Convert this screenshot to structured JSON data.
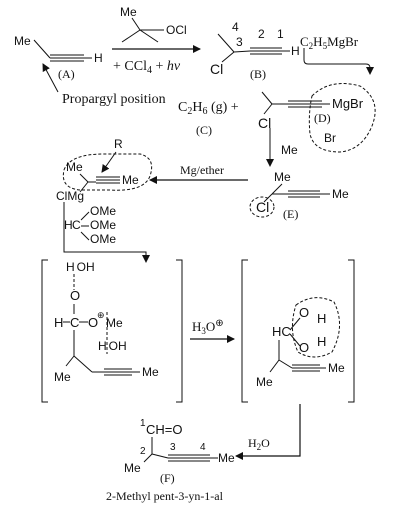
{
  "reagent_top": {
    "me": "Me",
    "ocl": "OCl"
  },
  "reaction1": {
    "me": "Me",
    "h": "H",
    "label_a": "(A)",
    "reagents_below": "+ CCl",
    "reagents_sub": "4",
    "reagents_tail": " + ",
    "hv": "hν",
    "note": "Propargyl position"
  },
  "compound_b": {
    "n4": "4",
    "n3": "3",
    "n2": "2",
    "n1": "1",
    "cl": "Cl",
    "h": "H",
    "label": "(B)"
  },
  "grignard": {
    "c2": "C",
    "c2sub": "2",
    "h5": "H",
    "h5sub": "5",
    "mgbr": "MgBr"
  },
  "compound_d": {
    "cl": "Cl",
    "mgbr": "MgBr",
    "me": "Me",
    "br": "Br",
    "label": "(D)"
  },
  "ethane": {
    "c": "C",
    "sub2": "2",
    "h": "H",
    "sub6": "6",
    "tail": " (g) +",
    "label": "(C)"
  },
  "r_label": "R",
  "compound_e": {
    "me1": "Me",
    "me2": "Me",
    "cl": "Cl",
    "label": "(E)"
  },
  "mg_ether": "Mg/ether",
  "grignard_r": {
    "me1": "Me",
    "me2": "Me",
    "clmg": "ClMg"
  },
  "orthoformate": {
    "h": "H",
    "c": "C",
    "ome": [
      "OMe",
      "OMe",
      "OMe"
    ]
  },
  "hoh1": {
    "h": "H",
    "o": "O",
    "h2": "H"
  },
  "intermediate1": {
    "o": "O",
    "h": "H",
    "c": "C",
    "o2": "O",
    "plus": "⊕",
    "me": "Me",
    "hoh_h": "H",
    "hoh_o": "OH",
    "me_bottom": "Me",
    "me_right": "Me"
  },
  "h3o": {
    "h": "H",
    "sub3": "3",
    "o": "O",
    "plus": "⊕"
  },
  "intermediate2": {
    "hc": "HC",
    "o1": "O",
    "h1": "H",
    "o2": "O",
    "h2": "H",
    "me1": "Me",
    "me2": "Me"
  },
  "water": {
    "h": "H",
    "sub2": "2",
    "o": "O"
  },
  "product_f": {
    "n1": "1",
    "cho": "CH=O",
    "n2": "2",
    "n3": "3",
    "n4": "4",
    "me1": "Me",
    "me2": "Me",
    "label": "(F)"
  },
  "product_name": "2-Methyl pent-3-yn-1-al"
}
